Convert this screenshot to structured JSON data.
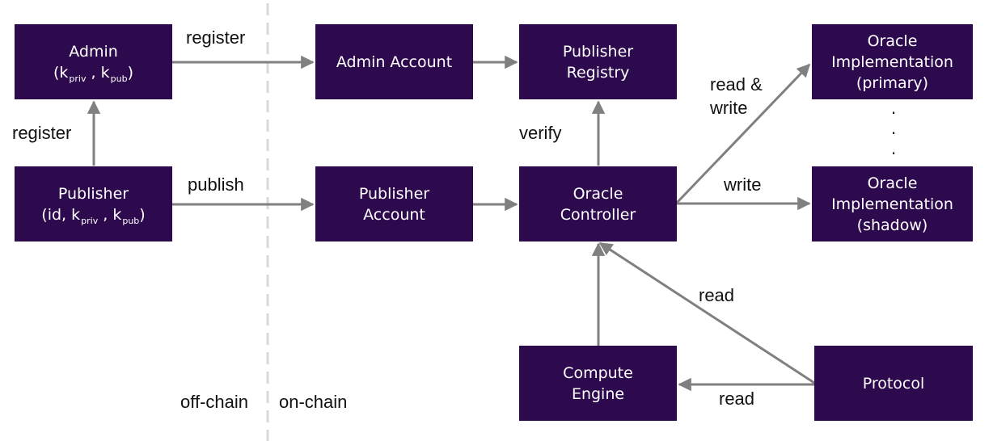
{
  "nodes": {
    "admin": {
      "title": "Admin",
      "key_priv": "priv",
      "key_pub": "pub"
    },
    "publisher": {
      "title": "Publisher",
      "id": "id",
      "key_priv": "priv",
      "key_pub": "pub"
    },
    "admin_account": {
      "line1": "Admin Account"
    },
    "publisher_account": {
      "line1": "Publisher",
      "line2": "Account"
    },
    "publisher_registry": {
      "line1": "Publisher",
      "line2": "Registry"
    },
    "oracle_controller": {
      "line1": "Oracle",
      "line2": "Controller"
    },
    "oracle_primary": {
      "line1": "Oracle",
      "line2": "Implementation",
      "line3": "(primary)"
    },
    "oracle_shadow": {
      "line1": "Oracle",
      "line2": "Implementation",
      "line3": "(shadow)"
    },
    "compute_engine": {
      "line1": "Compute",
      "line2": "Engine"
    },
    "protocol": {
      "line1": "Protocol"
    }
  },
  "edge_labels": {
    "register_top": "register",
    "register_left": "register",
    "publish": "publish",
    "verify": "verify",
    "read_write": [
      "read &",
      "write"
    ],
    "write": "write",
    "read_protocol_controller": "read",
    "read_protocol_engine": "read"
  },
  "zones": {
    "off_chain": "off-chain",
    "on_chain": "on-chain"
  },
  "ellipsis": [
    ".",
    ".",
    "."
  ],
  "colors": {
    "node_fill": "#2d0a4e",
    "node_text": "#ffffff",
    "arrow": "#808080",
    "divider": "#d9d9d9"
  }
}
